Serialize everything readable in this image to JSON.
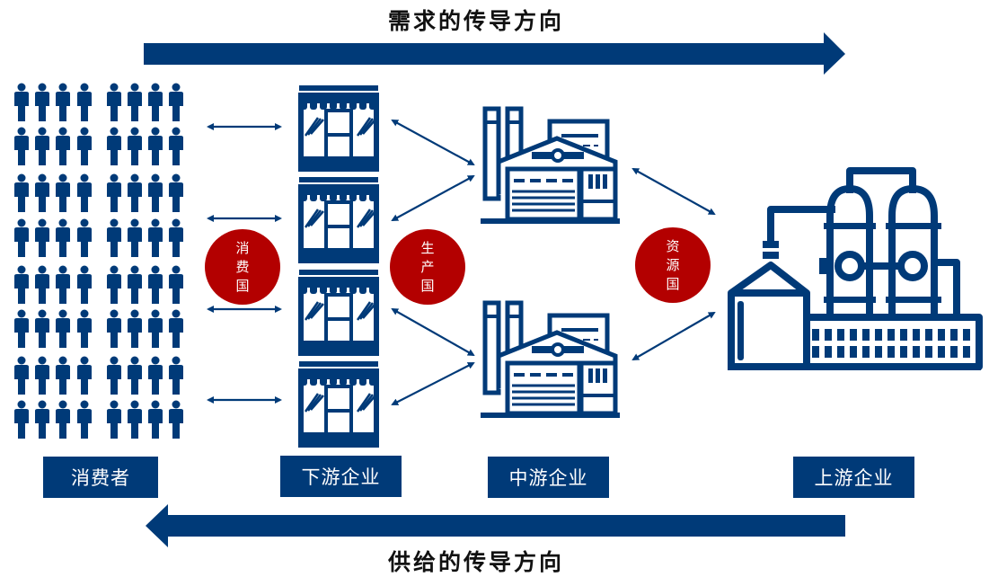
{
  "demand_flow": {
    "label": "需求的传导方向",
    "direction": "left-to-right"
  },
  "supply_flow": {
    "label": "供给的传导方向",
    "direction": "right-to-left"
  },
  "stages": [
    {
      "id": "consumers",
      "label": "消费者",
      "icon": "people-crowd-icon"
    },
    {
      "id": "downstream",
      "label": "下游企业",
      "icon": "storefront-icon"
    },
    {
      "id": "midstream",
      "label": "中游企业",
      "icon": "factory-icon"
    },
    {
      "id": "upstream",
      "label": "上游企业",
      "icon": "refinery-icon"
    }
  ],
  "countries": [
    {
      "id": "consumer-country",
      "chars": [
        "消",
        "费",
        "国"
      ]
    },
    {
      "id": "producer-country",
      "chars": [
        "生",
        "产",
        "国"
      ]
    },
    {
      "id": "resource-country",
      "chars": [
        "资",
        "源",
        "国"
      ]
    }
  ],
  "colors": {
    "primary": "#003a78",
    "accent": "#b30000",
    "text": "#111111"
  }
}
